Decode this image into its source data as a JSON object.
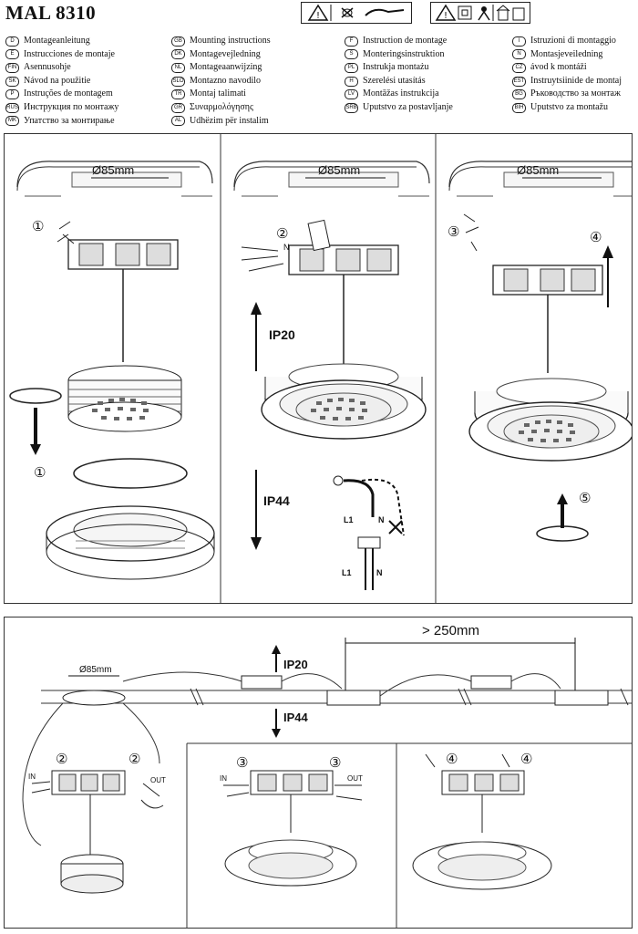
{
  "header": {
    "title": "MAL 8310"
  },
  "languages": [
    [
      {
        "code": "D",
        "text": "Montageanleitung"
      },
      {
        "code": "E",
        "text": "Instrucciones de montaje"
      },
      {
        "code": "FIN",
        "text": "Asennusohje"
      },
      {
        "code": "SK",
        "text": "Návod na použitie"
      },
      {
        "code": "P",
        "text": "Instruções de montagem"
      },
      {
        "code": "RUS",
        "text": "Инструкция по монтажу"
      },
      {
        "code": "MK",
        "text": "Упатство за монтирање"
      }
    ],
    [
      {
        "code": "GB",
        "text": "Mounting instructions"
      },
      {
        "code": "DK",
        "text": "Montagevejledning"
      },
      {
        "code": "NL",
        "text": "Montageaanwijzing"
      },
      {
        "code": "SLO",
        "text": "Montazno navodilo"
      },
      {
        "code": "TR",
        "text": "Montaj talimati"
      },
      {
        "code": "GR",
        "text": "Συναρμολόγησης"
      },
      {
        "code": "AL",
        "text": "Udhëzim për instalim"
      }
    ],
    [
      {
        "code": "F",
        "text": "Instruction de montage"
      },
      {
        "code": "S",
        "text": "Monteringsinstruktion"
      },
      {
        "code": "PL",
        "text": "Instrukja montażu"
      },
      {
        "code": "H",
        "text": "Szerelési utasítás"
      },
      {
        "code": "LV",
        "text": "Montāžas instrukcija"
      },
      {
        "code": "SRB",
        "text": "Uputstvo za postavljanje"
      }
    ],
    [
      {
        "code": "I",
        "text": "Istruzioni di montaggio"
      },
      {
        "code": "N",
        "text": "Montasjeveiledning"
      },
      {
        "code": "CZ",
        "text": "ávod k montáži"
      },
      {
        "code": "EST",
        "text": "Instruytsiinide de montaj"
      },
      {
        "code": "BG",
        "text": "Ръководство за монтаж"
      },
      {
        "code": "BIH",
        "text": "Uputstvo za montažu"
      }
    ]
  ],
  "panel_top": {
    "col1": {
      "dia": "Ø85mm",
      "step1": "①",
      "step1b": "①"
    },
    "col2": {
      "dia": "Ø85mm",
      "step2": "②",
      "ip20": "IP20",
      "ip44": "IP44",
      "n": "N",
      "l1": "L1",
      "n2": "N",
      "l1b": "L1",
      "n3": "N"
    },
    "col3": {
      "dia": "Ø85mm",
      "step3": "③",
      "step4": "④",
      "step5": "⑤"
    }
  },
  "panel_bottom": {
    "dia": "Ø85mm",
    "dist": "> 250mm",
    "ip20": "IP20",
    "ip44": "IP44",
    "sub1": {
      "step_a": "②",
      "step_b": "②",
      "in": "IN",
      "out": "OUT"
    },
    "sub2": {
      "step_a": "③",
      "step_b": "③",
      "in": "IN",
      "out": "OUT"
    },
    "sub3": {
      "step_a": "④",
      "step_b": "④"
    }
  }
}
